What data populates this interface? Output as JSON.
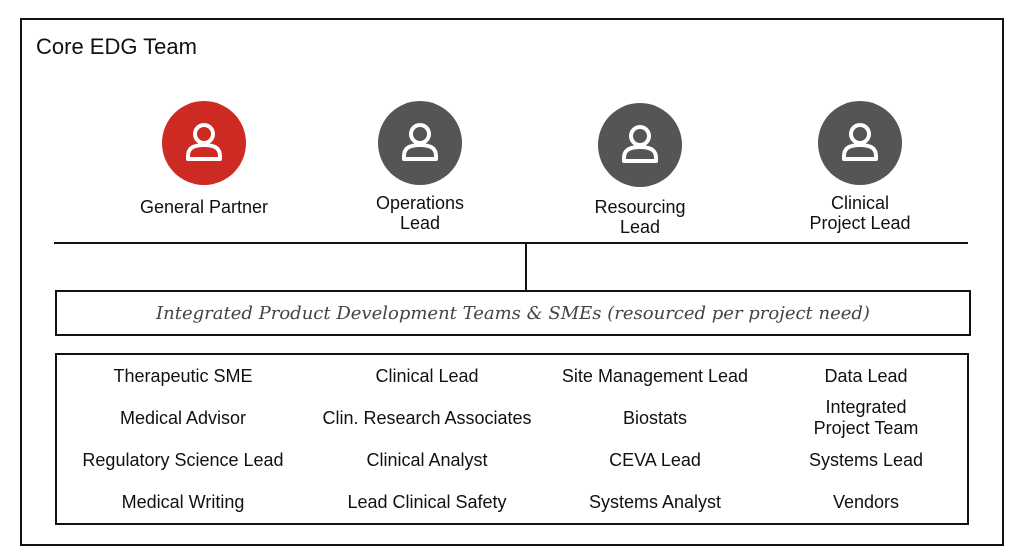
{
  "title": "Core EDG Team",
  "colors": {
    "primary_avatar": "#cc2a22",
    "secondary_avatar": "#555555"
  },
  "members": [
    {
      "role": "General Partner",
      "icon": "person-icon",
      "color": "#cc2a22"
    },
    {
      "role": "Operations\nLead",
      "icon": "person-icon",
      "color": "#555555"
    },
    {
      "role": "Resourcing\nLead",
      "icon": "person-icon",
      "color": "#555555"
    },
    {
      "role": "Clinical\nProject Lead",
      "icon": "person-icon",
      "color": "#555555"
    }
  ],
  "banner": "Integrated Product Development Teams & SMEs (resourced per project need)",
  "grid": [
    [
      "Therapeutic SME",
      "Clinical Lead",
      "Site Management Lead",
      "Data Lead"
    ],
    [
      "Medical Advisor",
      "Clin. Research Associates",
      "Biostats",
      "Integrated Project Team"
    ],
    [
      "Regulatory Science Lead",
      "Clinical Analyst",
      "CEVA Lead",
      "Systems Lead"
    ],
    [
      "Medical Writing",
      "Lead Clinical Safety",
      "Systems Analyst",
      "Vendors"
    ]
  ]
}
